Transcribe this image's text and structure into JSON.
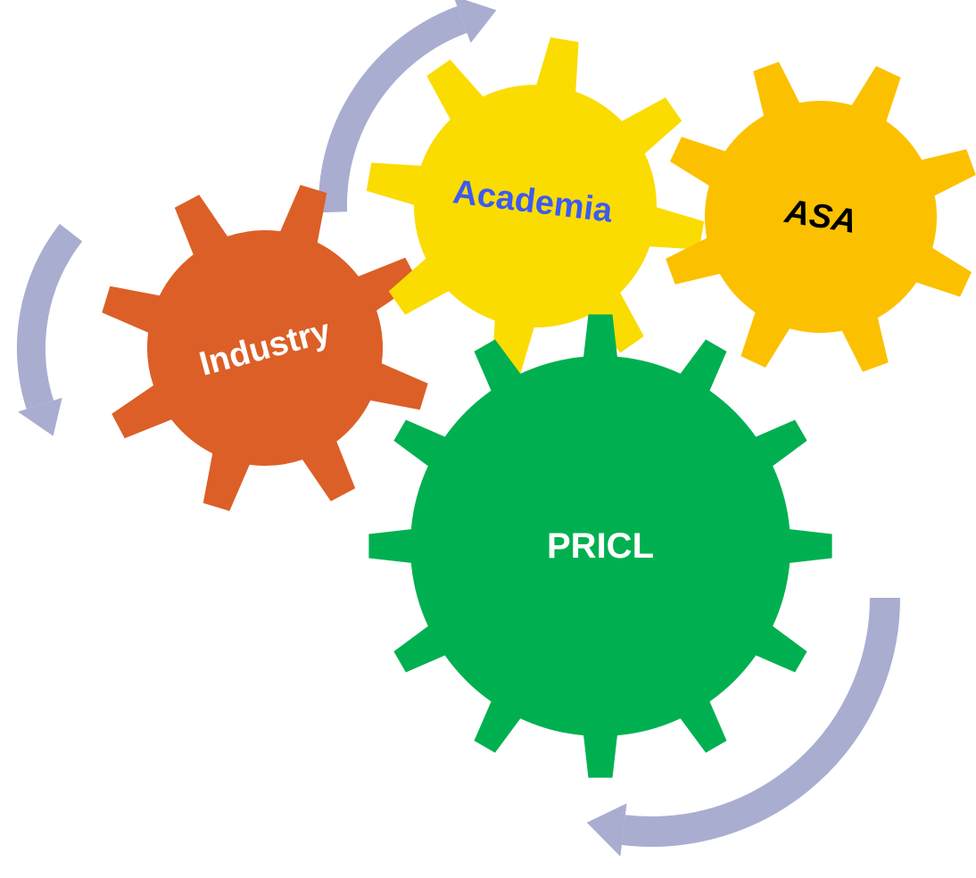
{
  "gears": [
    {
      "id": "industry",
      "label": "Industry",
      "color": "#DC5F27",
      "text_color": "#FFFFFF"
    },
    {
      "id": "academia",
      "label": "Academia",
      "color": "#FADC00",
      "text_color": "#3D5AF1"
    },
    {
      "id": "asa",
      "label": "ASA",
      "color": "#FBC100",
      "text_color": "#000000"
    },
    {
      "id": "pricl",
      "label": "PRICL",
      "color": "#00B050",
      "text_color": "#FFFFFF"
    }
  ],
  "arrow_color": "#A9ADD0"
}
